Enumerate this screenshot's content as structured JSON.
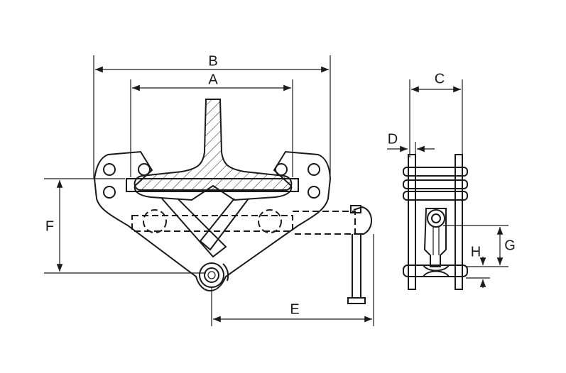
{
  "dimension_labels": {
    "a": "A",
    "b": "B",
    "c": "C",
    "d": "D",
    "e": "E",
    "f": "F",
    "g": "G",
    "h": "H"
  },
  "colors": {
    "line": "#1a1a1a",
    "background": "#ffffff"
  }
}
